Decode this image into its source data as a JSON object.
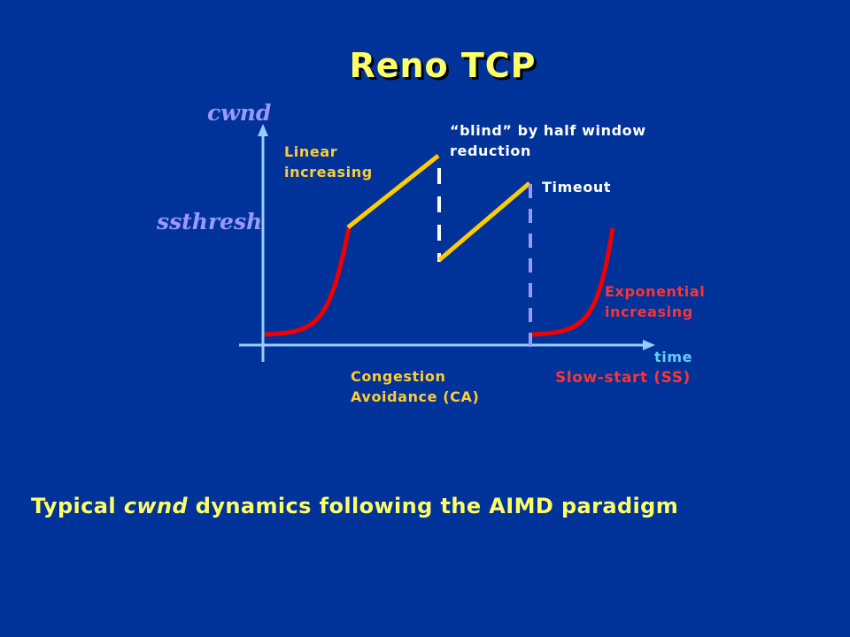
{
  "title": "Reno TCP",
  "axes": {
    "y_label": "cwnd",
    "threshold_label": "ssthresh",
    "x_label": "time"
  },
  "annotations": {
    "linear": [
      "Linear",
      "increasing"
    ],
    "blind": [
      "“blind” by half window",
      "reduction"
    ],
    "timeout": "Timeout",
    "exponential": [
      "Exponential",
      "increasing"
    ],
    "ca": [
      "Congestion",
      "Avoidance (CA)"
    ],
    "ss": "Slow-start (SS)"
  },
  "caption": {
    "before": "Typical ",
    "emph": "cwnd",
    "after": " dynamics following the AIMD paradigm"
  },
  "colors": {
    "background": "#003399",
    "title": "#ffff66",
    "axis": "#99ccff",
    "slow_start_curve": "#ee0000",
    "linear_line": "#ffcc00",
    "drop_dash": "#ffffff",
    "timeout_dash": "#9999ff"
  }
}
